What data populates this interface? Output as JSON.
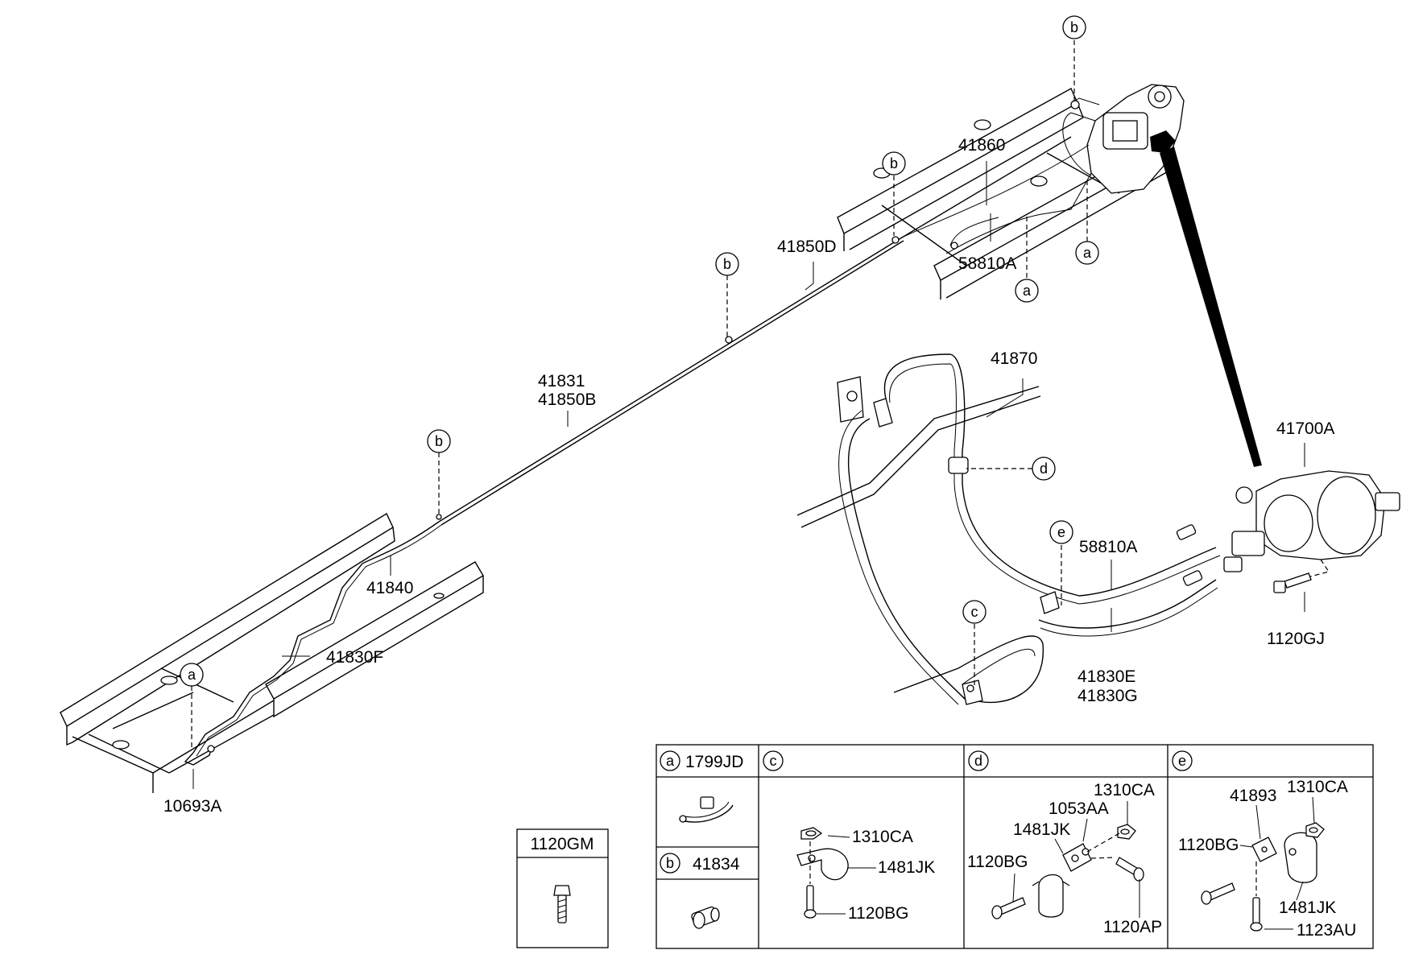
{
  "callouts": {
    "b": "b",
    "a": "a",
    "c": "c",
    "d": "d",
    "e": "e"
  },
  "part_labels": {
    "p41860": "41860",
    "p41850D": "41850D",
    "p58810A_top": "58810A",
    "p41831": "41831",
    "p41850B": "41850B",
    "p41840": "41840",
    "p41830F": "41830F",
    "p10693A": "10693A",
    "p41870": "41870",
    "p41700A": "41700A",
    "p58810A_mid": "58810A",
    "p1120GJ": "1120GJ",
    "p41830E": "41830E",
    "p41830G": "41830G"
  },
  "legend": {
    "standalone_title": "1120GM",
    "a_part": "1799JD",
    "b_part": "41834",
    "c_parts": [
      "1310CA",
      "1481JK",
      "1120BG"
    ],
    "d_parts": [
      "1310CA",
      "1053AA",
      "1481JK",
      "1120BG",
      "1120AP"
    ],
    "e_parts": [
      "41893",
      "1310CA",
      "1120BG",
      "1481JK",
      "1123AU"
    ]
  },
  "icons": [
    "circle-callout",
    "bolt-icon",
    "nut-icon",
    "clamp-icon",
    "tie-wrap-icon",
    "fitting-icon",
    "bracket-icon"
  ]
}
